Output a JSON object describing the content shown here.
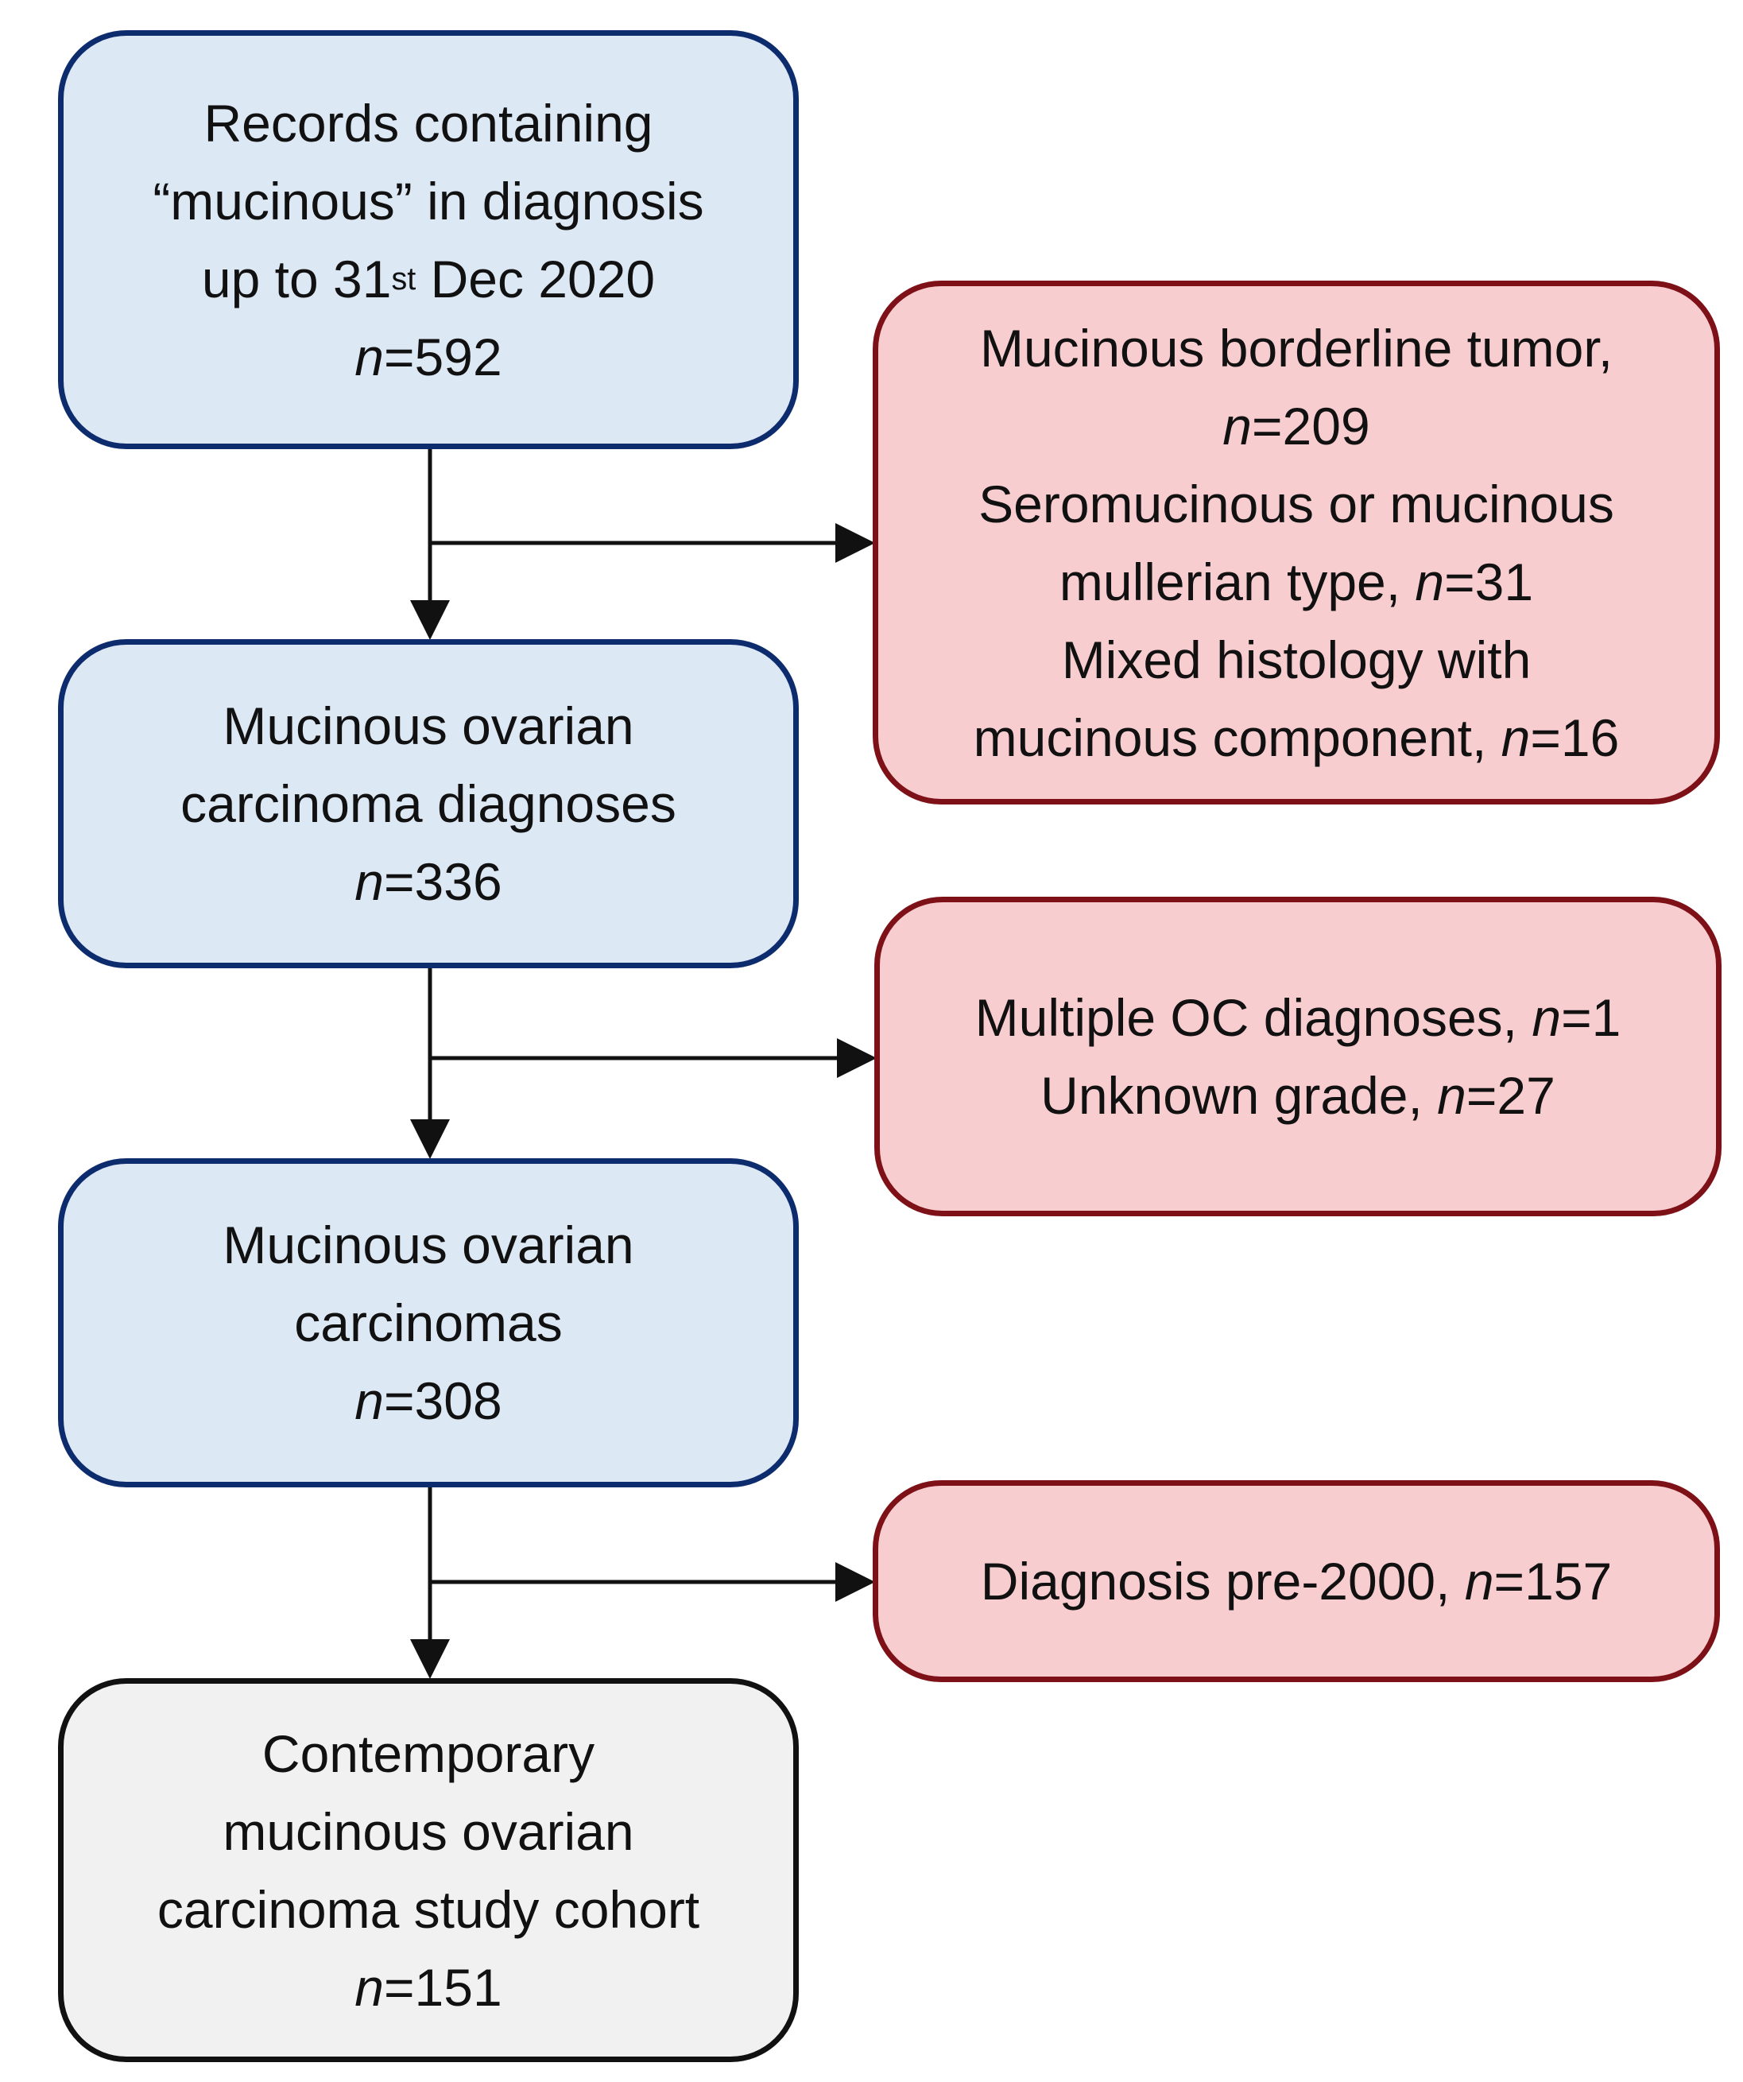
{
  "colors": {
    "flow_fill": "#dde8f5",
    "flow_border": "#0d2c6e",
    "excluded_fill": "#f8cdd0",
    "excluded_border": "#7d1117",
    "final_fill": "#f1f1f1",
    "final_border": "#111111",
    "arrow": "#111111"
  },
  "boxes": {
    "records": {
      "line1": "Records containing",
      "line2": "“mucinous” in diagnosis",
      "line3_pre": "up to 31",
      "line3_sup": "st",
      "line3_post": " Dec 2020",
      "n_symbol": "n",
      "n_value": "=592"
    },
    "moc_diagnoses": {
      "line1": "Mucinous ovarian",
      "line2": "carcinoma diagnoses",
      "n_symbol": "n",
      "n_value": "=336"
    },
    "moc": {
      "line1": "Mucinous ovarian",
      "line2": "carcinomas",
      "n_symbol": "n",
      "n_value": "=308"
    },
    "cohort": {
      "line1": "Contemporary",
      "line2": "mucinous ovarian",
      "line3": "carcinoma study cohort",
      "n_symbol": "n",
      "n_value": "=151"
    }
  },
  "exclusions": {
    "first": {
      "borderline_label": "Mucinous borderline tumor,",
      "borderline_n_symbol": "n",
      "borderline_n_value": "=209",
      "seromucinous_line1": "Seromucinous or mucinous",
      "seromucinous_line2_pre": "mullerian type, ",
      "seromucinous_n_symbol": "n",
      "seromucinous_n_value": "=31",
      "mixed_line1": "Mixed histology with",
      "mixed_line2_pre": "mucinous component, ",
      "mixed_n_symbol": "n",
      "mixed_n_value": "=16"
    },
    "second": {
      "multiple_pre": "Multiple OC diagnoses, ",
      "multiple_n_symbol": "n",
      "multiple_n_value": "=1",
      "unknown_pre": "Unknown grade, ",
      "unknown_n_symbol": "n",
      "unknown_n_value": "=27"
    },
    "third": {
      "pre2000_pre": "Diagnosis pre-2000, ",
      "pre2000_n_symbol": "n",
      "pre2000_n_value": "=157"
    }
  }
}
